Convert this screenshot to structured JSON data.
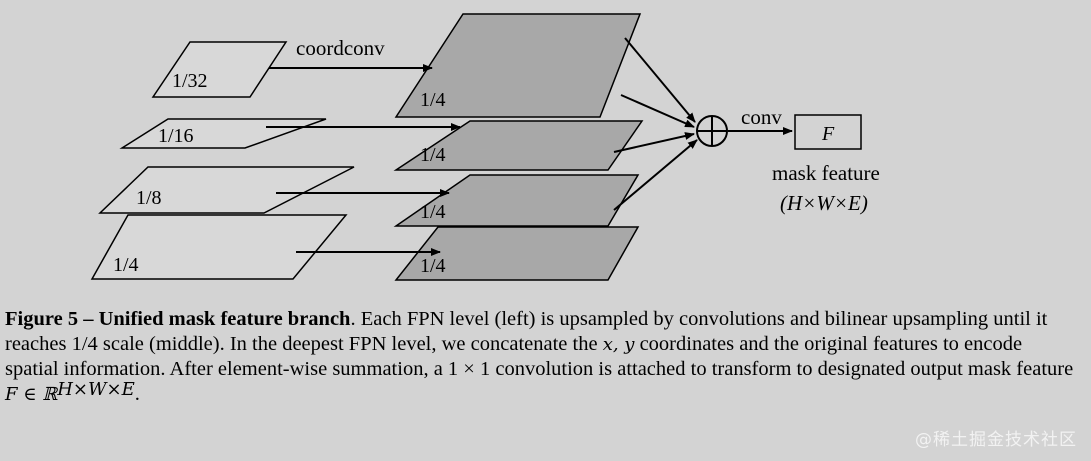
{
  "diagram": {
    "fpn_levels": [
      "1/32",
      "1/16",
      "1/8",
      "1/4"
    ],
    "upsampled_label": "1/4",
    "coordconv_label": "coordconv",
    "conv_label": "conv",
    "output_box_label": "F",
    "mask_feature_label": "mask feature",
    "mask_feature_dims": "(H×W×E)",
    "sum_symbol": "⊕",
    "colors": {
      "background": "#d3d3d3",
      "fpn_fill": "#d8d8d8",
      "upsampled_fill": "#a8a8a8",
      "stroke": "#000000"
    }
  },
  "caption": {
    "bold": "Figure 5 – Unified mask feature branch",
    "lines": [
      ". Each FPN level (left) is upsampled by convolutions and bilinear",
      "upsampling until it reaches 1/4 scale (middle). In the deepest FPN level, we concatenate the",
      "coordinates",
      "and the original features to encode spatial information. After element-wise summation, a 1 × 1 convolution is",
      "attached to transform to designated output mask feature"
    ],
    "math_xy": "x, y",
    "math_F": "F ∈ ℝ",
    "math_sup": "H×W×E",
    "end": "."
  },
  "watermark": "@稀土掘金技术社区"
}
